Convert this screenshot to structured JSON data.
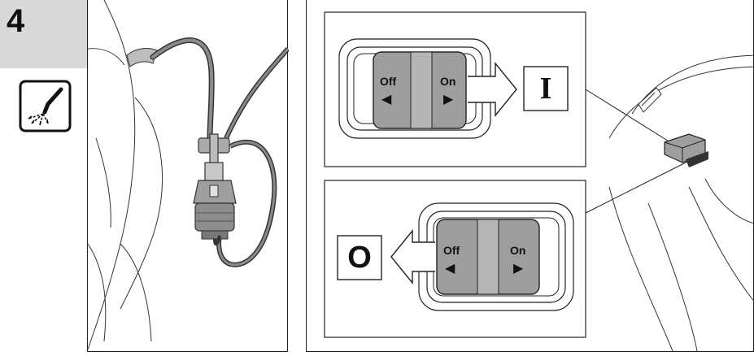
{
  "step": {
    "number": "4"
  },
  "switch_top": {
    "off_label": "Off",
    "on_label": "On"
  },
  "switch_bottom": {
    "off_label": "Off",
    "on_label": "On"
  },
  "symbols": {
    "on_symbol": "I",
    "off_symbol": "O"
  },
  "colors": {
    "switch_gray": "#9e9e9e",
    "step_box": "#d9d9d9",
    "line": "#222222"
  },
  "icons": [
    "hose-spray-icon",
    "switch-on-arrow-icon",
    "switch-off-arrow-icon"
  ]
}
